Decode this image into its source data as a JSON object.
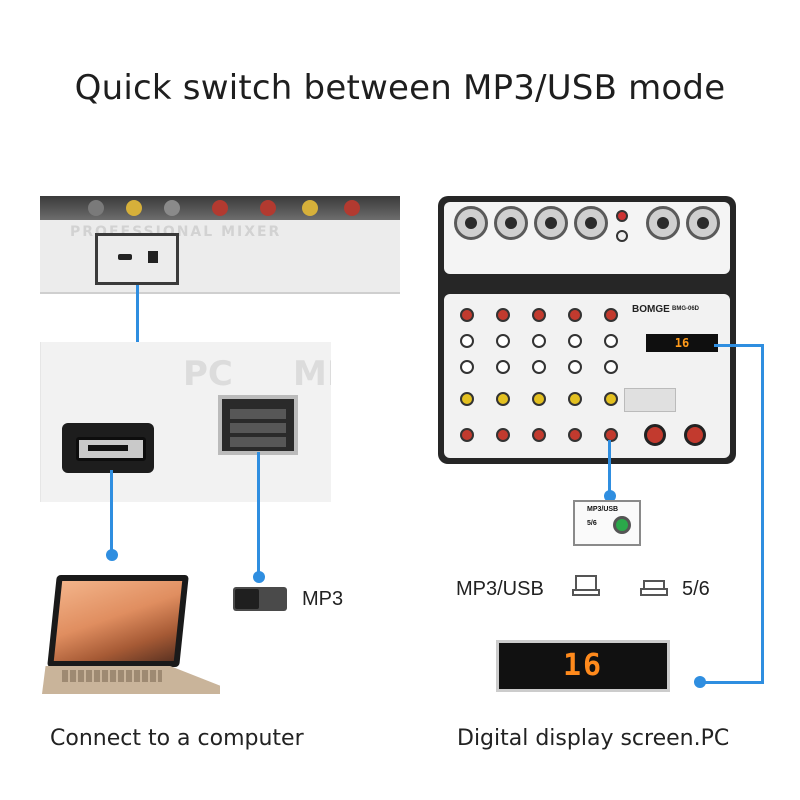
{
  "headline": "Quick switch between MP3/USB mode",
  "left": {
    "panel_emboss": "PROFESSIONAL MIXER",
    "zoom_label_pc": "PC",
    "zoom_label_mp": "MP",
    "switch_label": "MP3",
    "caption": "Connect to a computer"
  },
  "right": {
    "brand": "BOMGE",
    "model": "BMG-06D",
    "led_text": "16",
    "inset_line1": "MP3/USB",
    "inset_line2": "5/6",
    "mode_a": "MP3/USB",
    "mode_b": "5/6",
    "display_text": "16",
    "caption": "Digital display screen.PC"
  },
  "colors": {
    "connector": "#2f8ee0",
    "led": "#ff8a1c",
    "knob_red": "#c23a2e",
    "knob_yellow": "#e3c020"
  }
}
